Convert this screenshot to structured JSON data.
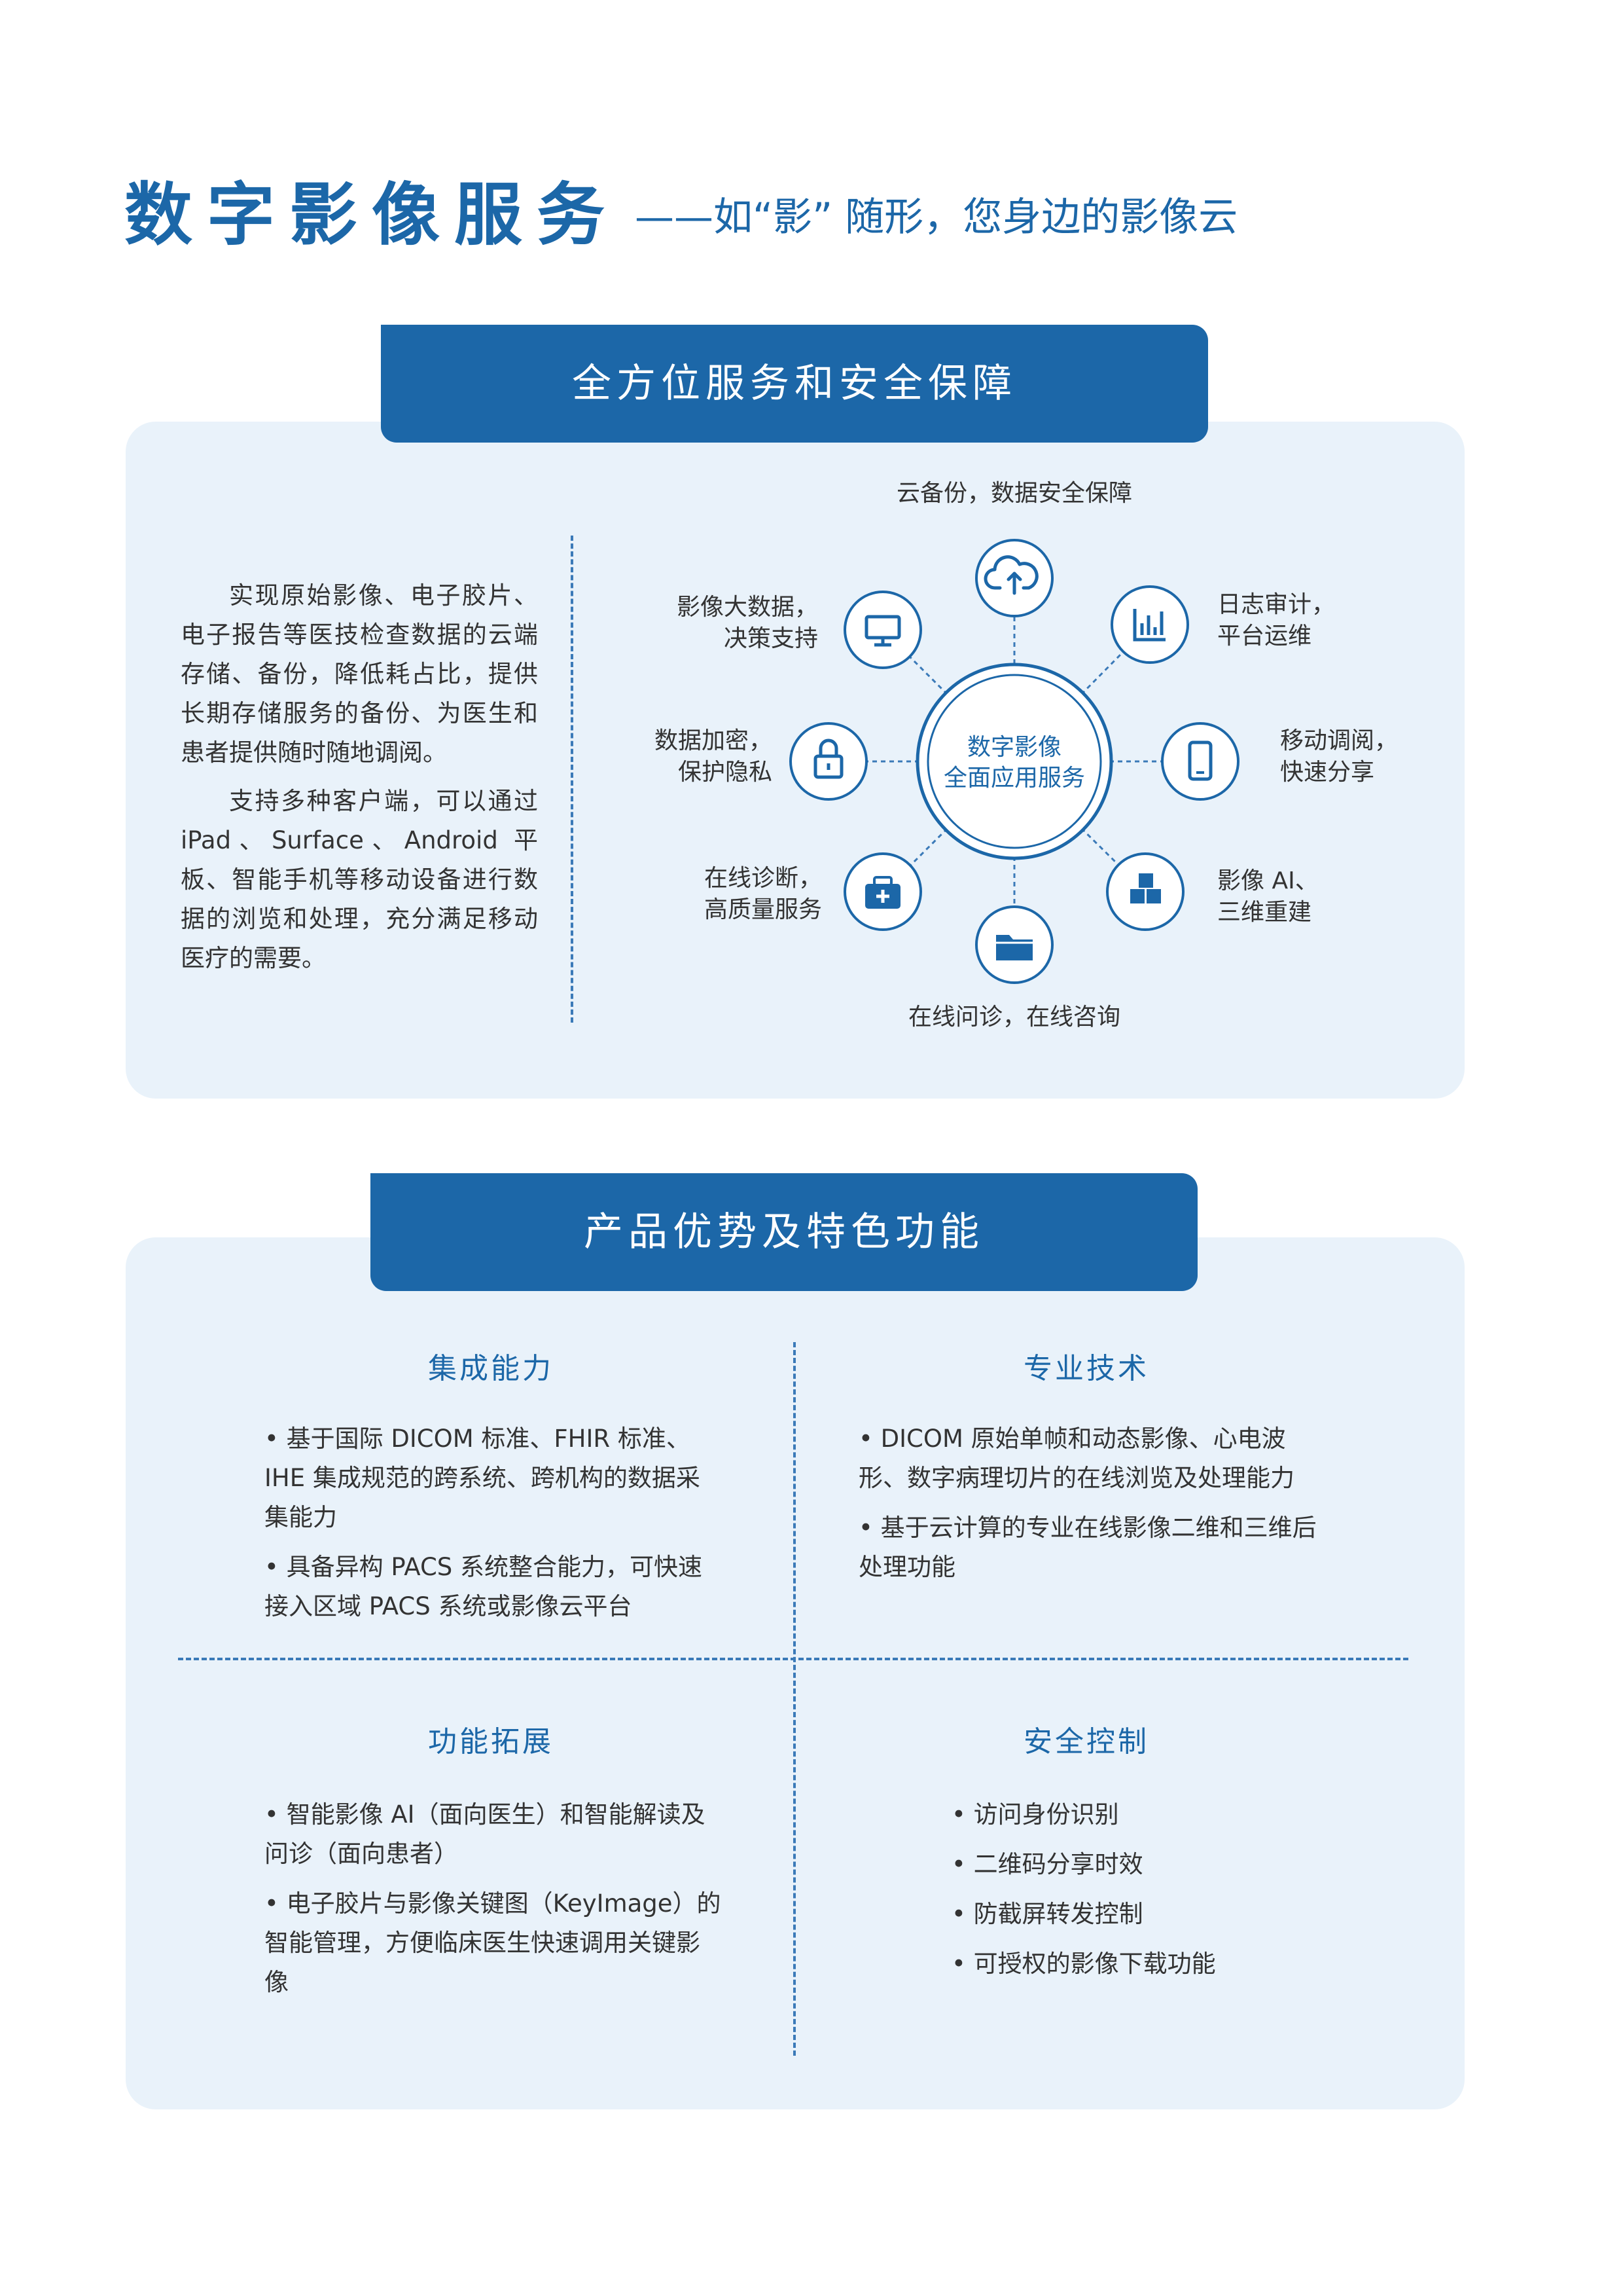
{
  "header": {
    "title": "数字影像服务",
    "subtitle": "——如“影” 随形，您身边的影像云"
  },
  "section1": {
    "tab_label": "全方位服务和安全保障",
    "intro_paragraphs": [
      "实现原始影像、电子胶片、电子报告等医技检查数据的云端存储、备份，降低耗占比，提供长期存储服务的备份、为医生和患者提供随时随地调阅。",
      "支持多种客户端，可以通过 iPad、Surface、Android 平板、智能手机等移动设备进行数据的浏览和处理，充分满足移动医疗的需要。"
    ],
    "center": {
      "line1": "数字影像",
      "line2": "全面应用服务"
    },
    "nodes": {
      "top": {
        "icon": "cloud-upload-icon",
        "label": "云备份，数据安全保障"
      },
      "top_right": {
        "icon": "bar-chart-icon",
        "line1": "日志审计，",
        "line2": "平台运维"
      },
      "right": {
        "icon": "mobile-phone-icon",
        "line1": "移动调阅，",
        "line2": "快速分享"
      },
      "bottom_right": {
        "icon": "cubes-icon",
        "line1": "影像 AI、",
        "line2": "三维重建"
      },
      "bottom": {
        "icon": "folder-icon",
        "label": "在线问诊，在线咨询"
      },
      "bottom_left": {
        "icon": "medical-kit-icon",
        "line1": "在线诊断，",
        "line2": "高质量服务"
      },
      "left": {
        "icon": "lock-icon",
        "line1": "数据加密，",
        "line2": "保护隐私"
      },
      "top_left": {
        "icon": "monitor-icon",
        "line1": "影像大数据，",
        "line2": "决策支持"
      }
    }
  },
  "section2": {
    "tab_label": "产品优势及特色功能",
    "integration": {
      "title": "集成能力",
      "bullets": [
        "基于国际 DICOM 标准、FHIR 标准、IHE 集成规范的跨系统、跨机构的数据采集能力",
        "具备异构 PACS 系统整合能力，可快速接入区域 PACS 系统或影像云平台"
      ]
    },
    "technology": {
      "title": "专业技术",
      "bullets": [
        "DICOM 原始单帧和动态影像、心电波形、数字病理切片的在线浏览及处理能力",
        "基于云计算的专业在线影像二维和三维后处理功能"
      ]
    },
    "extension": {
      "title": "功能拓展",
      "bullets": [
        "智能影像 AI（面向医生）和智能解读及问诊（面向患者）",
        "电子胶片与影像关键图（KeyImage）的智能管理，方便临床医生快速调用关键影像"
      ]
    },
    "security": {
      "title": "安全控制",
      "bullets": [
        "访问身份识别",
        "二维码分享时效",
        "防截屏转发控制",
        "可授权的影像下载功能"
      ]
    }
  },
  "colors": {
    "brand_blue": "#1c67a8",
    "panel_bg": "#e9f2fa",
    "text": "#333333"
  }
}
